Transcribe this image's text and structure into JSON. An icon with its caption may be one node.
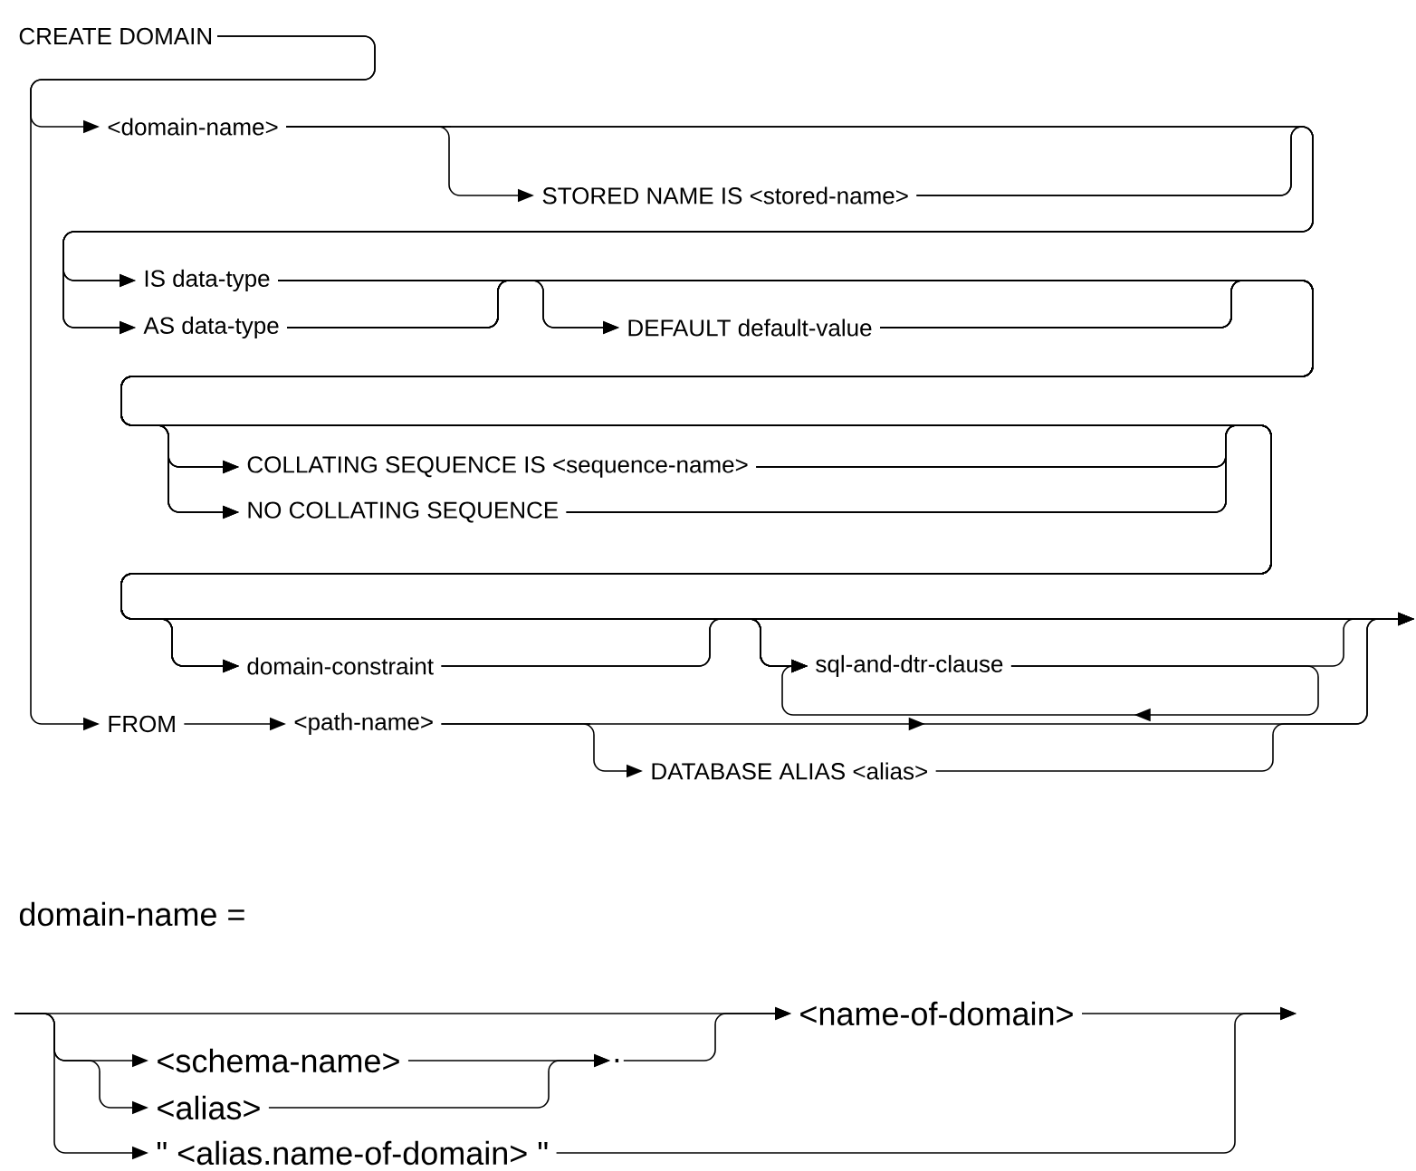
{
  "diagram": {
    "nodes": [
      {
        "text": [
          "CREATE DOMAIN"
        ]
      },
      {
        "text": [
          "<domain-name>"
        ]
      },
      {
        "text": [
          "STORED NAME IS <stored-name>"
        ]
      },
      {
        "text": [
          "IS data-type"
        ]
      },
      {
        "text": [
          "AS data-type"
        ]
      },
      {
        "text": [
          "DEFAULT default-value"
        ]
      },
      {
        "text": [
          "COLLATING SEQUENCE IS <sequence-name>"
        ]
      },
      {
        "text": [
          "NO COLLATING SEQUENCE"
        ]
      },
      {
        "text": [
          "domain-constraint"
        ]
      },
      {
        "text": [
          "sql-and-dtr-clause"
        ]
      },
      {
        "text": [
          "FROM"
        ]
      },
      {
        "text": [
          "<path-name>"
        ]
      },
      {
        "text": [
          "DATABASE ALIAS <alias>"
        ]
      },
      {
        "text": [
          "<schema-name>"
        ]
      },
      {
        "text": [
          "<alias>"
        ]
      },
      {
        "text": [
          "\" <alias.name-of-domain> \""
        ]
      },
      {
        "text": [
          "."
        ]
      },
      {
        "text": [
          "<name-of-domain>"
        ]
      }
    ],
    "edges": [
      {
        "from": 0,
        "to": 1,
        "arrow": "to"
      },
      {
        "from": 0,
        "to": 10,
        "arrow": "to"
      },
      {
        "from": 1,
        "to": 2,
        "arrow": "to"
      },
      {
        "from": 1,
        "to": 3,
        "arrow": "to"
      },
      {
        "from": 1,
        "to": 4,
        "arrow": "to"
      },
      {
        "from": 2,
        "to": 3,
        "arrow": "to"
      },
      {
        "from": 2,
        "to": 4,
        "arrow": "to"
      },
      {
        "from": 3,
        "to": 5,
        "arrow": "to"
      },
      {
        "from": 4,
        "to": 5,
        "arrow": "to"
      },
      {
        "from": 3,
        "to": 6,
        "arrow": "to"
      },
      {
        "from": 3,
        "to": 7,
        "arrow": "to"
      },
      {
        "from": 4,
        "to": 6,
        "arrow": "to"
      },
      {
        "from": 4,
        "to": 7,
        "arrow": "to"
      },
      {
        "from": 5,
        "to": 6,
        "arrow": "to"
      },
      {
        "from": 5,
        "to": 7,
        "arrow": "to"
      },
      {
        "from": 3,
        "to": 8,
        "arrow": "to"
      },
      {
        "from": 4,
        "to": 8,
        "arrow": "to"
      },
      {
        "from": 5,
        "to": 8,
        "arrow": "to"
      },
      {
        "from": 6,
        "to": 8,
        "arrow": "to"
      },
      {
        "from": 7,
        "to": 8,
        "arrow": "to"
      },
      {
        "from": 3,
        "to": 9,
        "arrow": "to"
      },
      {
        "from": 4,
        "to": 9,
        "arrow": "to"
      },
      {
        "from": 5,
        "to": 9,
        "arrow": "to"
      },
      {
        "from": 6,
        "to": 9,
        "arrow": "to"
      },
      {
        "from": 7,
        "to": 9,
        "arrow": "to"
      },
      {
        "from": 8,
        "to": 9,
        "arrow": "to"
      },
      {
        "from": 9,
        "to": 9,
        "arrow": "to"
      },
      {
        "from": 3,
        "to": null,
        "arrow": "to"
      },
      {
        "from": 4,
        "to": null,
        "arrow": "to"
      },
      {
        "from": 5,
        "to": null,
        "arrow": "to"
      },
      {
        "from": 6,
        "to": null,
        "arrow": "to"
      },
      {
        "from": 7,
        "to": null,
        "arrow": "to"
      },
      {
        "from": 8,
        "to": null,
        "arrow": "to"
      },
      {
        "from": 9,
        "to": null,
        "arrow": "to"
      },
      {
        "from": 10,
        "to": 11,
        "arrow": "to"
      },
      {
        "from": 11,
        "to": 12,
        "arrow": "to"
      },
      {
        "from": 11,
        "to": null,
        "arrow": "to"
      },
      {
        "from": 12,
        "to": null,
        "arrow": "to"
      },
      {
        "from": null,
        "to": 17,
        "arrow": "to"
      },
      {
        "from": null,
        "to": 13,
        "arrow": "to"
      },
      {
        "from": null,
        "to": 14,
        "arrow": "to"
      },
      {
        "from": null,
        "to": 15,
        "arrow": "to"
      },
      {
        "from": 13,
        "to": 16,
        "arrow": "to"
      },
      {
        "from": 14,
        "to": 16,
        "arrow": "to"
      },
      {
        "from": 16,
        "to": 17,
        "arrow": "to"
      },
      {
        "from": 15,
        "to": null,
        "arrow": "to"
      },
      {
        "from": 17,
        "to": null,
        "arrow": "to"
      }
    ],
    "labels": [
      "domain-name ="
    ]
  }
}
